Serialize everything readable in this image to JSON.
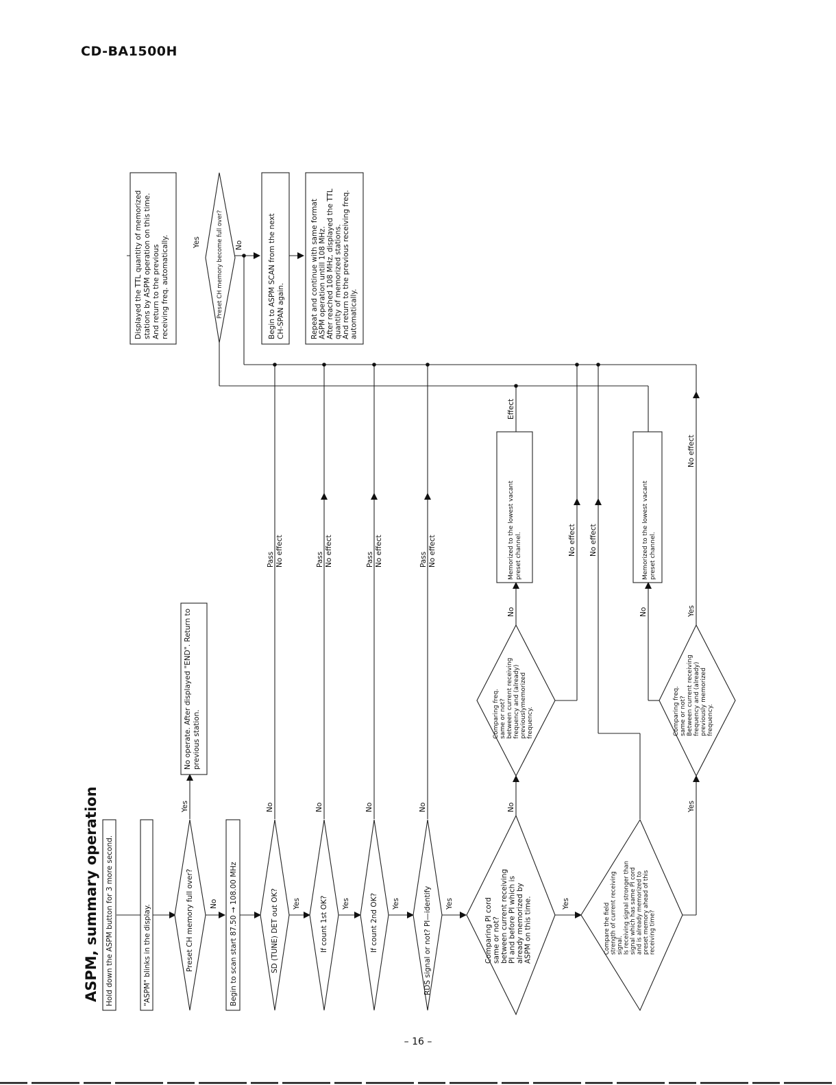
{
  "header": {
    "model": "CD-BA1500H"
  },
  "title": "ASPM, summary operation",
  "footer": {
    "page": "– 16 –"
  },
  "boxes": {
    "hold": [
      "Hold down the ASPM button for 3 more second."
    ],
    "blinks": [
      "\"ASPM\" blinks in the display."
    ],
    "scan_start": [
      "Begin to scan start 87.50 → 108.00 MHz"
    ],
    "no_operate": [
      "No operate. After displayed \"END\". Return to",
      "previous station."
    ],
    "displayed_ttl": [
      "Displayed the TTL quantity of memorized",
      "stations by ASPM operation on this time.",
      "And return to the previous",
      "receiving freq. automatically."
    ],
    "begin_again": [
      "Begin to ASPM SCAN from the next",
      "CH-SPAN again."
    ],
    "repeat": [
      "Repeat and continue with same format",
      "ASPM operation untill 108 MHz.",
      "After reached 108 MHz, displayed the TTL",
      "quantity of memorized stations.",
      "And return to the previous receiving freq.",
      "automatically."
    ],
    "memorized_1": [
      "Memorized to the lowest vacant",
      "preset channel."
    ],
    "memorized_2": [
      "Memorized to the lowest vacant",
      "preset channel."
    ]
  },
  "decisions": {
    "preset_full_1": [
      "Preset CH memory full over?"
    ],
    "preset_full_2": [
      "Preset CH memory become full over?"
    ],
    "sd_det": [
      "SD (TUNE) DET out OK?"
    ],
    "count1": [
      "If count 1st OK?"
    ],
    "count2": [
      "If count 2nd OK?"
    ],
    "rds": [
      "RDS signal or not?    PI—identify"
    ],
    "compare_pi": [
      "Comparing PI cord",
      "same or not?",
      "between current receiving",
      "PI and before PI which is",
      "already memorized by",
      "ASPM on this time."
    ],
    "compare_freq_1": [
      "Comparing freq.",
      "same or not?",
      "between current receiving",
      "frequency and (already)",
      "previouslymemorized",
      "frequency."
    ],
    "field_strength": [
      "Compare the field",
      "strength of current receiving",
      "signal.",
      "Is receiving signal stronger than",
      "signal which has same PI cord",
      "and is already memorized to",
      "preset memory ahead of this",
      "receiving time?"
    ],
    "compare_freq_2": [
      "Comparing freq.",
      "same or not?",
      "Between current receiving",
      "frequency and (already)",
      "previously memorized",
      "frequency."
    ]
  },
  "labels": {
    "yes": "Yes",
    "no": "No",
    "pass": "Pass",
    "no_effect": "No effect",
    "effect": "Effect"
  }
}
